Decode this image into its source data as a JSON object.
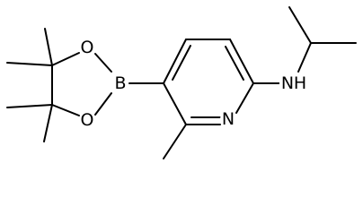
{
  "molecule": {
    "atom_labels": {
      "oxygen_top": "O",
      "oxygen_bottom": "O",
      "boron": "B",
      "nitrogen_ring": "N",
      "amine_nitrogen": "N",
      "amine_hydrogen": "H"
    },
    "colors": {
      "bond": "#000000",
      "label": "#000000",
      "background": "#ffffff"
    }
  }
}
